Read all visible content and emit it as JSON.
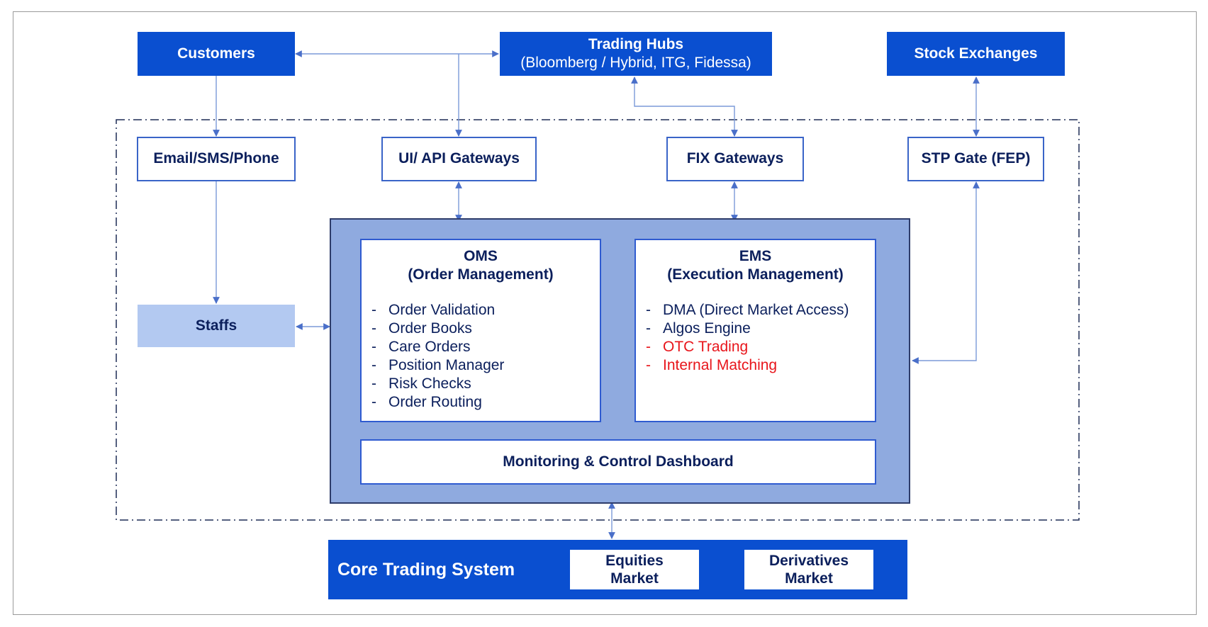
{
  "top": {
    "customers": "Customers",
    "hubs_title": "Trading Hubs",
    "hubs_sub": "(Bloomberg / Hybrid, ITG, Fidessa)",
    "exchanges": "Stock Exchanges"
  },
  "gateways": {
    "email": "Email/SMS/Phone",
    "ui_api": "UI/ API Gateways",
    "fix": "FIX Gateways",
    "stp": "STP Gate (FEP)"
  },
  "staffs": "Staffs",
  "oms": {
    "title_line1": "OMS",
    "title_line2": "(Order Management)",
    "items": [
      {
        "text": "Order Validation",
        "highlight": false
      },
      {
        "text": "Order Books",
        "highlight": false
      },
      {
        "text": "Care Orders",
        "highlight": false
      },
      {
        "text": "Position Manager",
        "highlight": false
      },
      {
        "text": "Risk Checks",
        "highlight": false
      },
      {
        "text": "Order Routing",
        "highlight": false
      }
    ]
  },
  "ems": {
    "title_line1": "EMS",
    "title_line2": "(Execution Management)",
    "items": [
      {
        "text": "DMA (Direct Market Access)",
        "highlight": false
      },
      {
        "text": "Algos Engine",
        "highlight": false
      },
      {
        "text": "OTC Trading",
        "highlight": true
      },
      {
        "text": "Internal Matching",
        "highlight": true
      }
    ]
  },
  "dashboard": "Monitoring & Control Dashboard",
  "core": {
    "title": "Core Trading System",
    "equities_line1": "Equities",
    "equities_line2": "Market",
    "derivatives_line1": "Derivatives",
    "derivatives_line2": "Market"
  },
  "list_marker": "-",
  "colors": {
    "primary_blue": "#0a4fd0",
    "panel_blue": "#8faadf",
    "staff_fill": "#b3c9f1",
    "text_navy": "#0b1f5c",
    "highlight_red": "#e8151b",
    "connector": "#7b9ad9"
  }
}
